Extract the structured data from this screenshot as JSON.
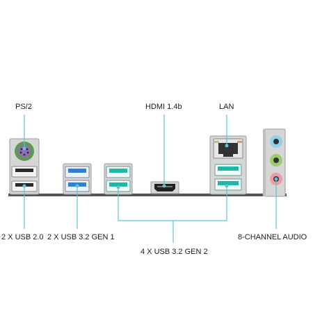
{
  "labels": {
    "ps2": "PS/2",
    "hdmi": "HDMI 1.4b",
    "lan": "LAN",
    "usb20": "2 X USB 2.0",
    "usb32g1": "2 X USB 3.2 GEN 1",
    "usb32g2": "4 X USB 3.2 GEN 2",
    "audio": "8-CHANNEL AUDIO"
  },
  "colors": {
    "callout_line": "#5ec3d6",
    "panel": "#d4d4d4",
    "panel_edge": "#9a9a9a",
    "usb2_tongue": "#2a2a2a",
    "usb3_gen1_tongue": "#2f7fd8",
    "usb3_gen2_tongue": "#1fb8a6",
    "ps2_port": "#5f9a52",
    "ps2_inner": "#8e6fb3",
    "audio_blue": "#8ed3e8",
    "audio_green": "#9ccb6a",
    "audio_pink": "#ef9aa5"
  }
}
